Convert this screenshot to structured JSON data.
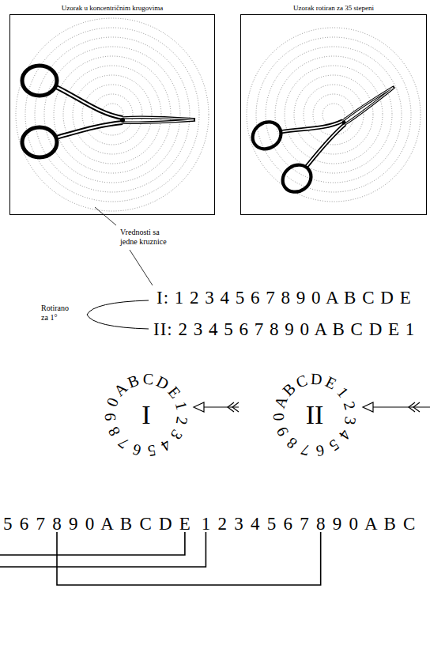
{
  "diagram": {
    "nodes": [
      {
        "text": [
          "Uzorak u koncentričnim krugovima"
        ]
      },
      {
        "text": [
          "Uzorak rotiran za 35 stepeni"
        ]
      }
    ],
    "labels": [
      "Vrednosti sa jedne kruznice",
      "Rotirano za 1°",
      "I: 1 2 3 4 5 6 7 8 9 0 A B C D E",
      "II: 2 3 4 5 6 7 8 9 0 A B C D E 1",
      "I",
      "1234567890ABCDE",
      "II",
      "234567890ABCDE1",
      "5 6 7 8 9 0 A B C D E",
      "1 2 3 4 5 6 7 8 9 0 A B C"
    ]
  }
}
